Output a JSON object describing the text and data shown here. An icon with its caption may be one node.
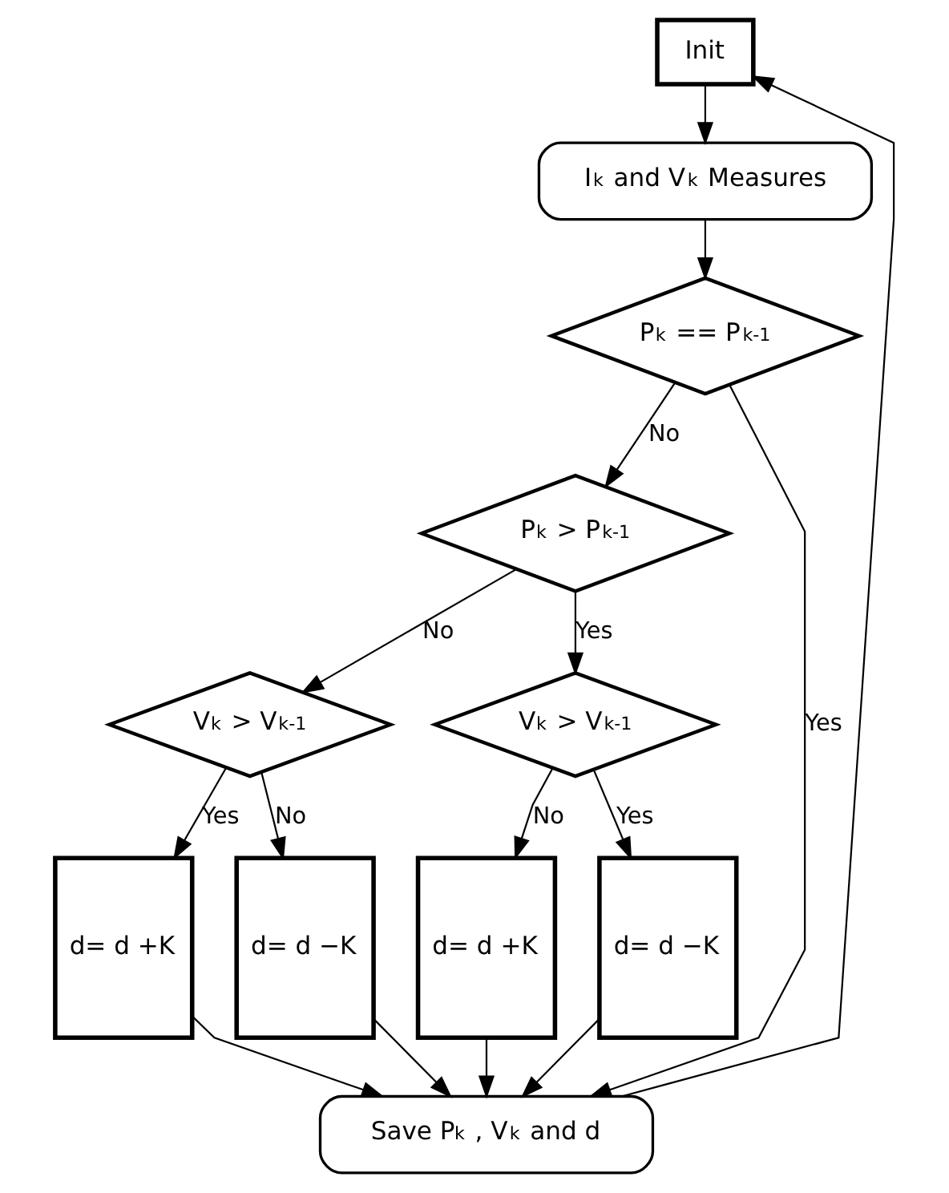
{
  "diagram": {
    "nodes": [
      {
        "text": [
          "Init"
        ]
      },
      {
        "text": [
          "I$_{k}$ and V$_{k}$ Measures"
        ]
      },
      {
        "text": [
          "P$_{k}$ == P$_{k-1}$"
        ]
      },
      {
        "text": [
          "P$_{k}$ > P$_{k-1}$"
        ]
      },
      {
        "text": [
          "V$_{k}$ > V$_{k-1}$"
        ]
      },
      {
        "text": [
          "V$_{k}$ > V$_{k-1}$"
        ]
      },
      {
        "text": [
          "d= d +K"
        ]
      },
      {
        "text": [
          "d= d −K"
        ]
      },
      {
        "text": [
          "d= d +K"
        ]
      },
      {
        "text": [
          "d= d −K"
        ]
      },
      {
        "text": [
          "Save P$_{k}$ , V$_{k}$ and d"
        ]
      }
    ],
    "edges": [
      {
        "from": 0,
        "to": 1,
        "arrow": "to"
      },
      {
        "from": 1,
        "to": 2,
        "arrow": "to"
      },
      {
        "from": 2,
        "to": 10,
        "arrow": "to",
        "label": "Yes"
      },
      {
        "from": 2,
        "to": 3,
        "arrow": "to",
        "label": "No"
      },
      {
        "from": 3,
        "to": 4,
        "arrow": "to",
        "label": "No"
      },
      {
        "from": 3,
        "to": 5,
        "arrow": "to",
        "label": "Yes"
      },
      {
        "from": 4,
        "to": 6,
        "arrow": "to",
        "label": "Yes"
      },
      {
        "from": 4,
        "to": 7,
        "arrow": "to",
        "label": "No"
      },
      {
        "from": 5,
        "to": 8,
        "arrow": "to",
        "label": "No"
      },
      {
        "from": 5,
        "to": 9,
        "arrow": "to",
        "label": "Yes"
      },
      {
        "from": 6,
        "to": 10,
        "arrow": "to"
      },
      {
        "from": 7,
        "to": 10,
        "arrow": "to"
      },
      {
        "from": 8,
        "to": 10,
        "arrow": "to"
      },
      {
        "from": 9,
        "to": 10,
        "arrow": "to"
      },
      {
        "from": 10,
        "to": 0,
        "arrow": "to"
      }
    ]
  }
}
